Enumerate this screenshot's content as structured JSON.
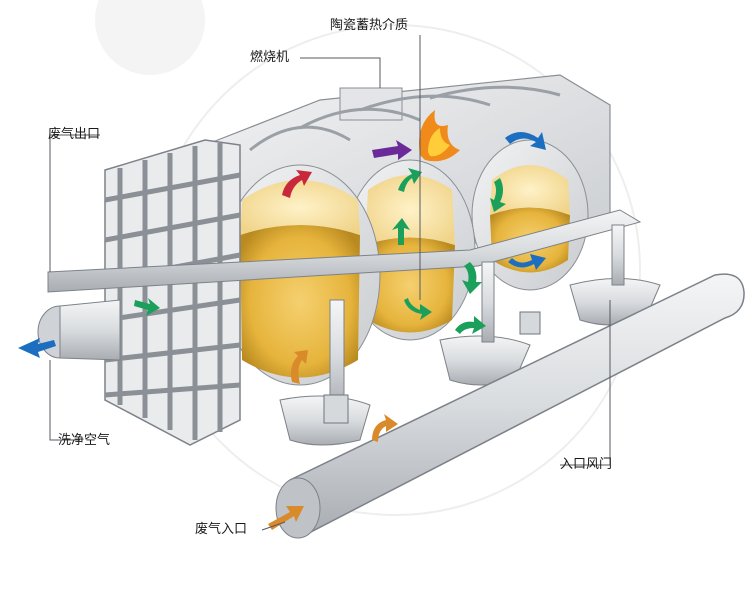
{
  "labels": {
    "ceramic_media": "陶瓷蓄热介质",
    "burner": "燃烧机",
    "exhaust_outlet": "废气出口",
    "purge_air": "洗净空气",
    "inlet_damper": "入口风门",
    "exhaust_inlet": "废气入口"
  },
  "colors": {
    "media_yellow": "#e6b43c",
    "arrow_green": "#1aa05a",
    "arrow_blue": "#1c6fc0",
    "arrow_red": "#c8283c",
    "arrow_purple": "#6a2a9a",
    "arrow_orange": "#d98a2a",
    "flame": "#f08a1a"
  },
  "icons": [
    "flame-icon",
    "flow-arrow-icon"
  ]
}
